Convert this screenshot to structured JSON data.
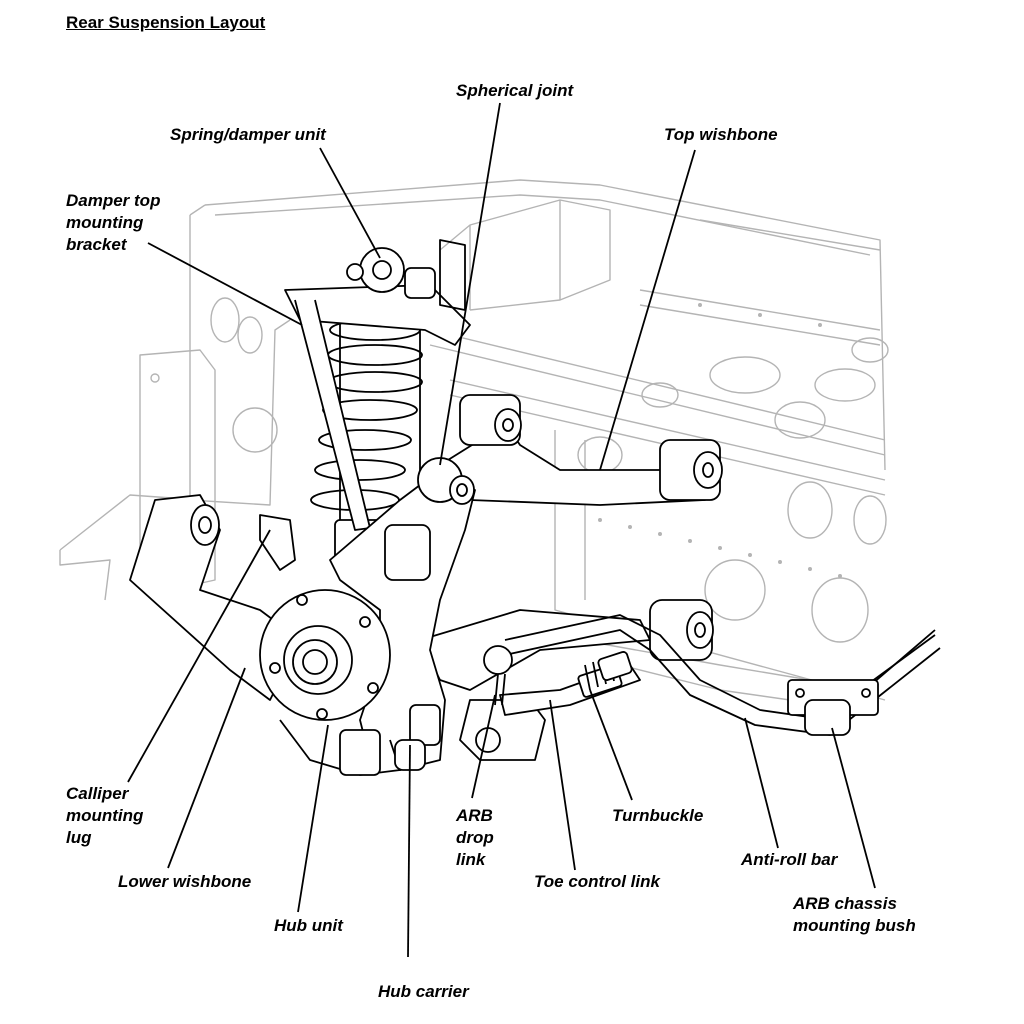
{
  "title": "Rear Suspension Layout",
  "labels": {
    "spherical_joint": "Spherical joint",
    "spring_damper_unit": "Spring/damper unit",
    "top_wishbone": "Top wishbone",
    "damper_top_mounting_bracket": [
      "Damper top",
      "mounting",
      "bracket"
    ],
    "calliper_mounting_lug": [
      "Calliper",
      "mounting",
      "lug"
    ],
    "lower_wishbone": "Lower wishbone",
    "hub_unit": "Hub unit",
    "hub_carrier": "Hub carrier",
    "arb_drop_link": [
      "ARB",
      "drop",
      "link"
    ],
    "turnbuckle": "Turnbuckle",
    "toe_control_link": "Toe control link",
    "anti_roll_bar": "Anti-roll bar",
    "arb_chassis_mounting_bush": [
      "ARB chassis",
      "mounting bush"
    ]
  }
}
